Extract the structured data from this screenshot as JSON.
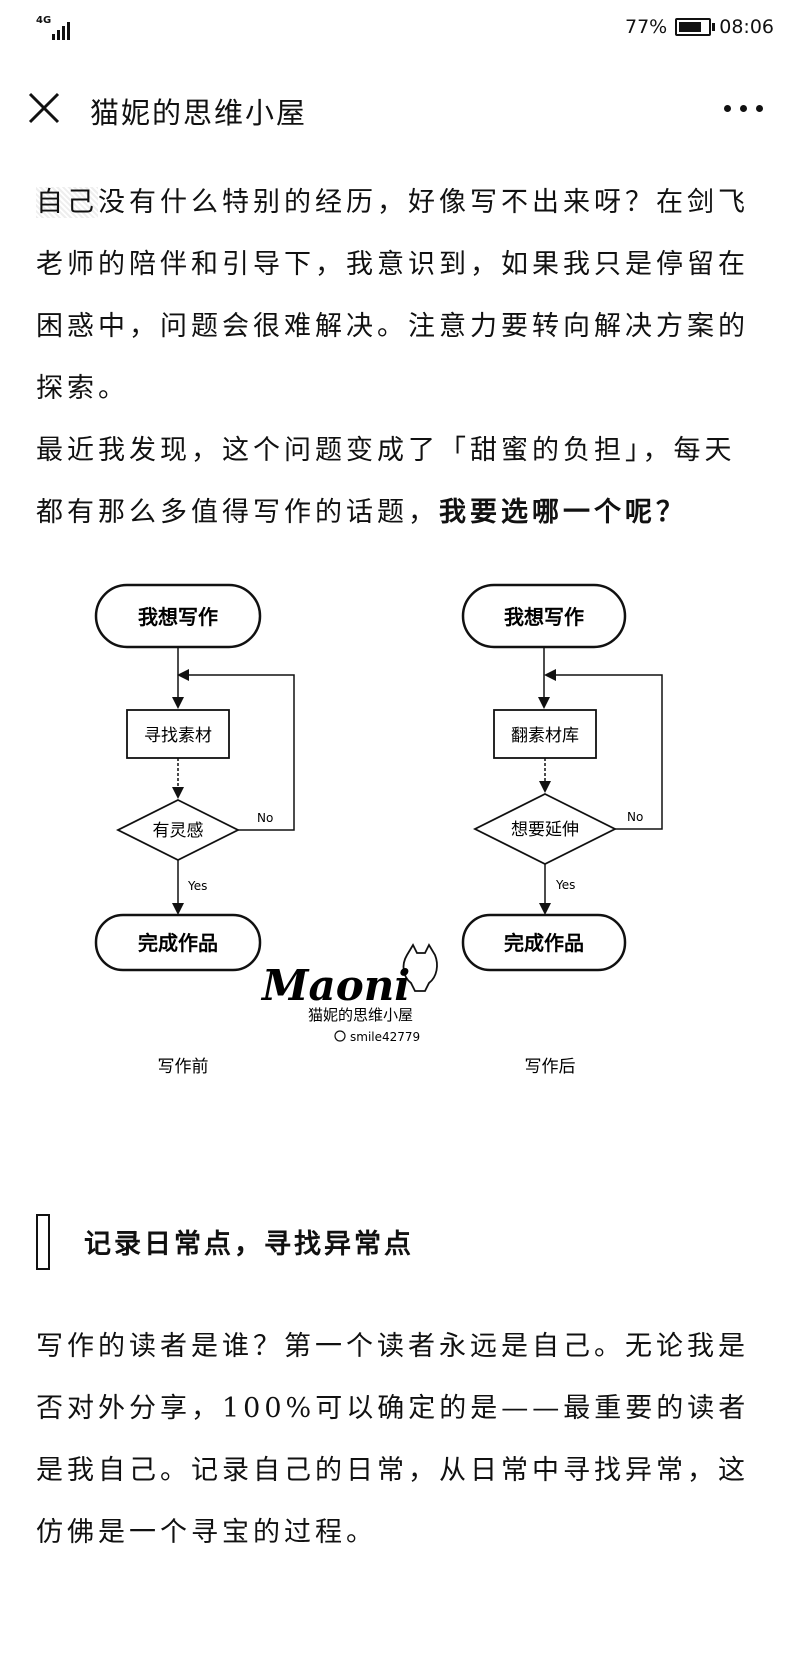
{
  "status": {
    "network": "4G",
    "battery": "77%",
    "time": "08:06"
  },
  "nav": {
    "title": "猫妮的思维小屋",
    "close_icon": "close-icon",
    "more_icon": "more-icon"
  },
  "paragraphs": {
    "p1_hl": "自己",
    "p1_rest": "没有什么特别的经历，好像写不出来呀？在剑飞老师的陪伴和引导下，我意识到，如果我只是停留在困惑中，问题会很难解决。注意力要转向解决方案的探索。",
    "p2_plain": "最近我发现，这个问题变成了「甜蜜的负担」，每天都有那么多值得写作的话题，",
    "p2_bold": "我要选哪一个呢？"
  },
  "flowchart": {
    "left": {
      "start": "我想写作",
      "process": "寻找素材",
      "decision": "有灵感",
      "no": "No",
      "yes": "Yes",
      "end": "完成作品",
      "caption": "写作前"
    },
    "right": {
      "start": "我想写作",
      "process": "翻素材库",
      "decision": "想要延伸",
      "no": "No",
      "yes": "Yes",
      "end": "完成作品",
      "caption": "写作后"
    },
    "watermark": {
      "logo": "Maoni",
      "subtitle": "猫妮的思维小屋",
      "wechat": "smile42779"
    }
  },
  "section": {
    "title": "记录日常点，寻找异常点"
  },
  "paragraph3": "写作的读者是谁？第一个读者永远是自己。无论我是否对外分享，100%可以确定的是——最重要的读者是我自己。记录自己的日常，从日常中寻找异常，这仿佛是一个寻宝的过程。"
}
